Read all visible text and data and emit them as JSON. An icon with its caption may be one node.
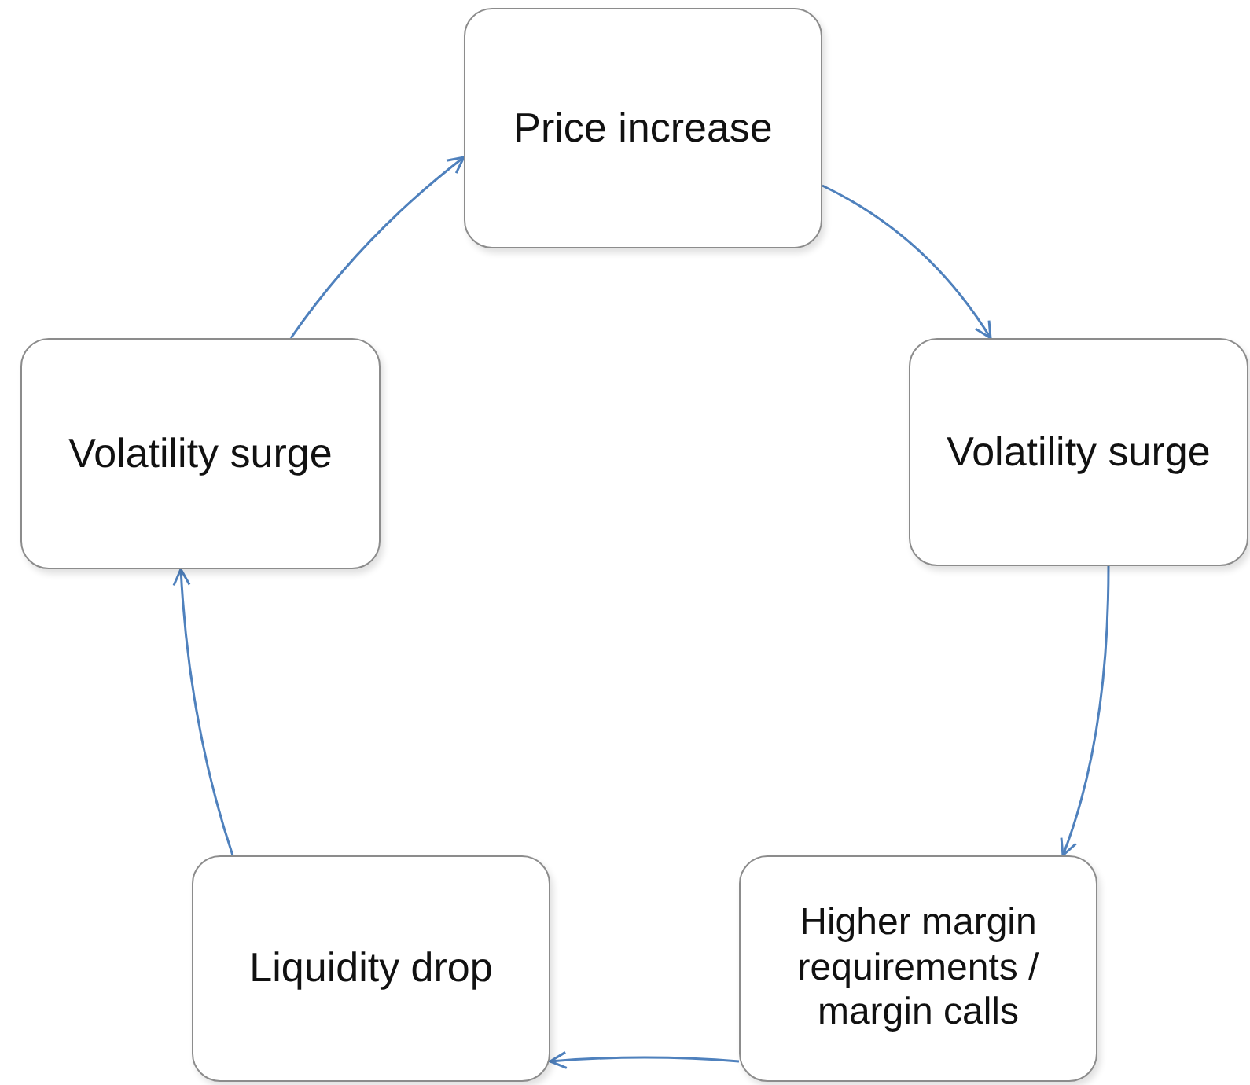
{
  "diagram": {
    "nodes": [
      {
        "text": [
          "Price increase"
        ]
      },
      {
        "text": [
          "Volatility surge"
        ]
      },
      {
        "text": [
          "Higher margin requirements / margin calls"
        ]
      },
      {
        "text": [
          "Liquidity drop"
        ]
      },
      {
        "text": [
          "Volatility surge"
        ]
      }
    ],
    "edges": [
      {
        "from": 0,
        "to": 1,
        "arrow": "to"
      },
      {
        "from": 1,
        "to": 2,
        "arrow": "to"
      },
      {
        "from": 2,
        "to": 3,
        "arrow": "to"
      },
      {
        "from": 3,
        "to": 4,
        "arrow": "to"
      },
      {
        "from": 4,
        "to": 0,
        "arrow": "to"
      }
    ]
  }
}
